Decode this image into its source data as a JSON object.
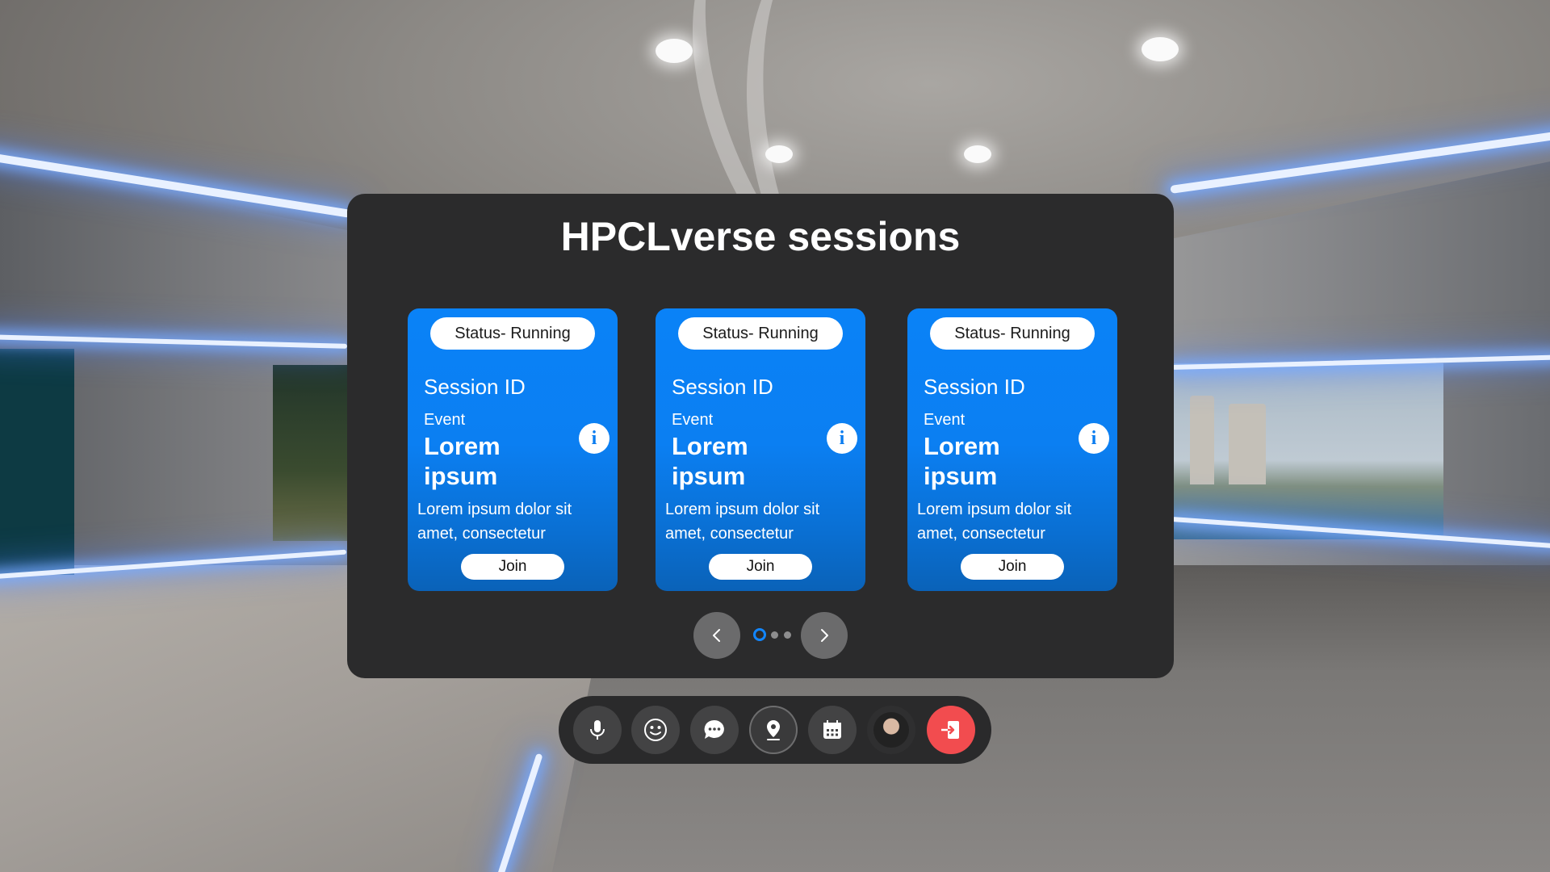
{
  "modal": {
    "title": "HPCLverse sessions"
  },
  "sessions": [
    {
      "status": "Status- Running",
      "session_id_label": "Session ID",
      "event_label": "Event",
      "event_name": "Lorem ipsum",
      "description": "Lorem ipsum dolor sit amet, consectetur",
      "join_label": "Join",
      "info_label": "i"
    },
    {
      "status": "Status- Running",
      "session_id_label": "Session ID",
      "event_label": "Event",
      "event_name": "Lorem ipsum",
      "description": "Lorem ipsum dolor sit amet, consectetur",
      "join_label": "Join",
      "info_label": "i"
    },
    {
      "status": "Status- Running",
      "session_id_label": "Session ID",
      "event_label": "Event",
      "event_name": "Lorem ipsum",
      "description": "Lorem ipsum dolor sit amet, consectetur",
      "join_label": "Join",
      "info_label": "i"
    }
  ],
  "pagination": {
    "pages": 3,
    "active_page": 1,
    "prev_icon": "chevron-left-icon",
    "next_icon": "chevron-right-icon"
  },
  "toolbar": {
    "buttons": [
      {
        "name": "microphone",
        "icon": "microphone-icon"
      },
      {
        "name": "emoji",
        "icon": "smiley-icon"
      },
      {
        "name": "chat",
        "icon": "chat-bubble-icon"
      },
      {
        "name": "location",
        "icon": "location-pin-icon",
        "active": true
      },
      {
        "name": "calendar",
        "icon": "calendar-icon"
      },
      {
        "name": "profile",
        "icon": "avatar"
      },
      {
        "name": "exit",
        "icon": "exit-door-icon"
      }
    ]
  },
  "colors": {
    "card_blue": "#0a82f7",
    "modal_bg": "#2b2b2c",
    "active_dot": "#1286ff",
    "exit_red": "#f24c4f"
  }
}
